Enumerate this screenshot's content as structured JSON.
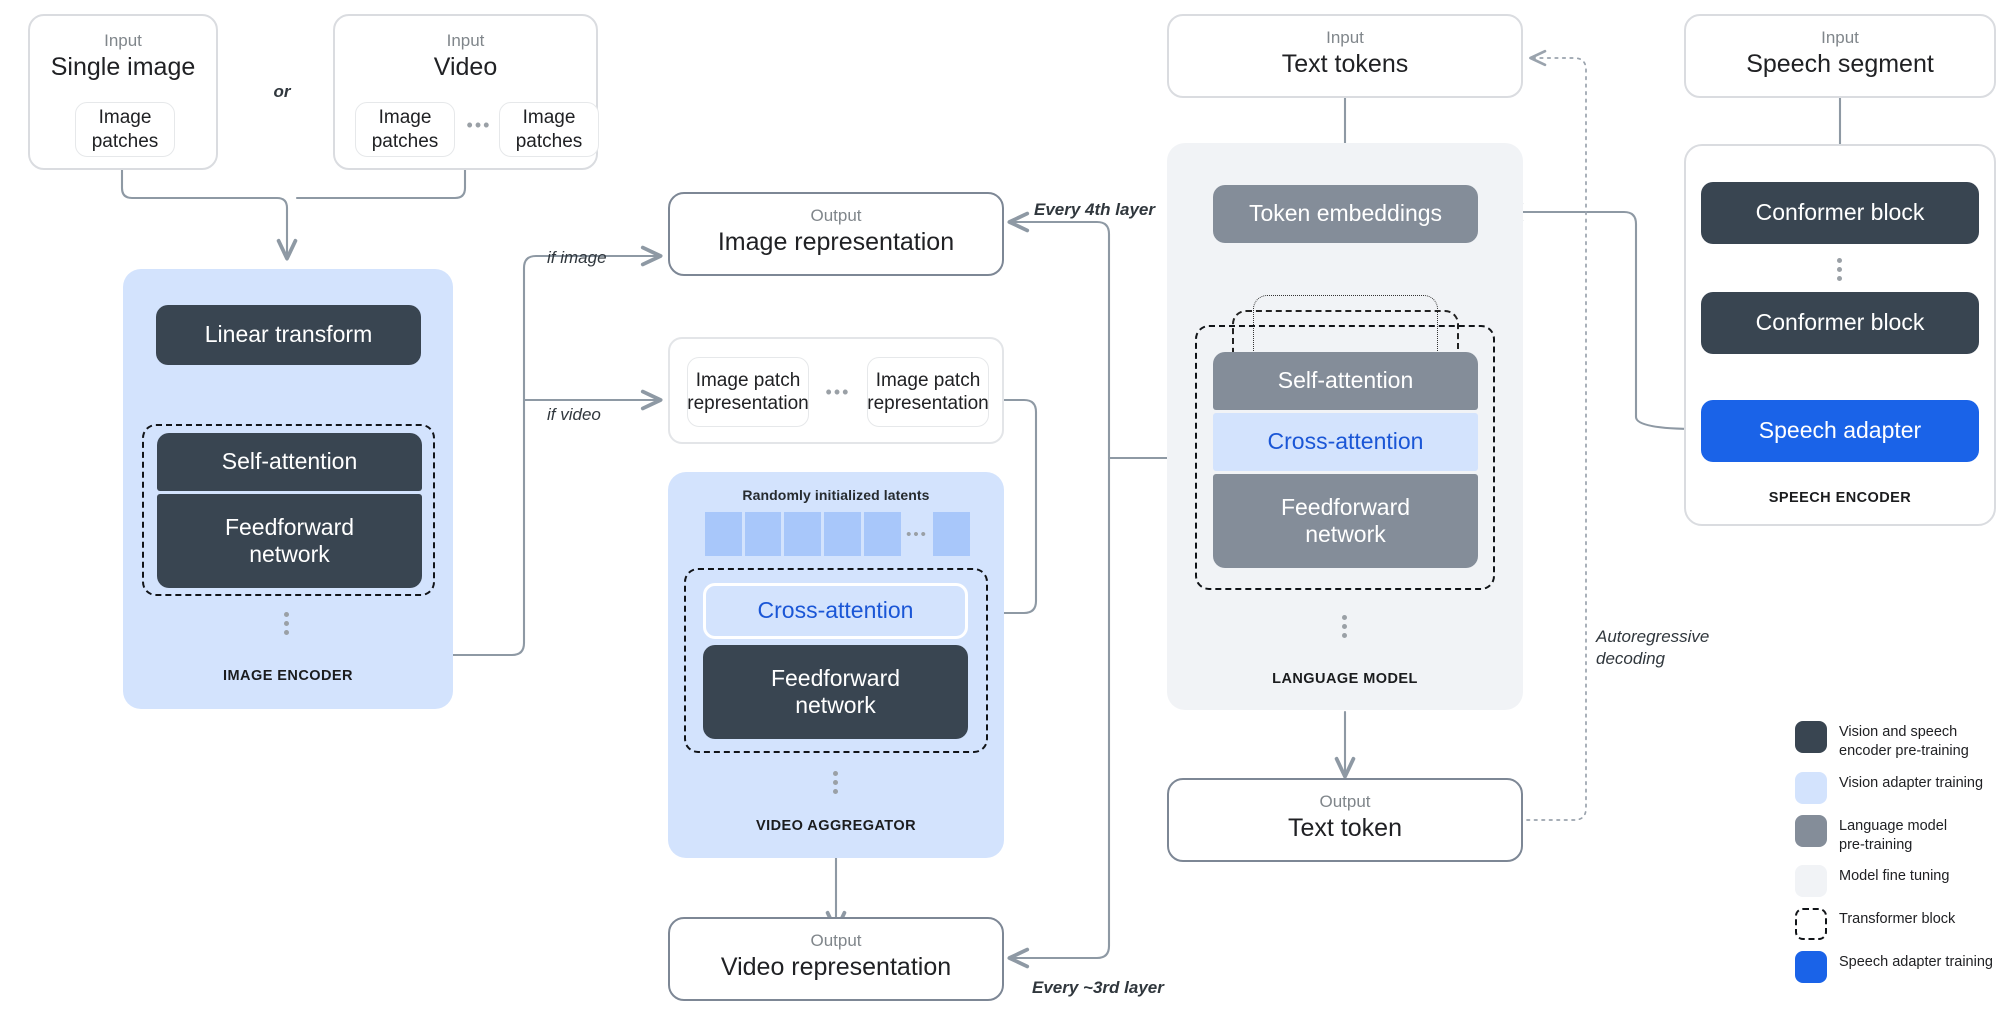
{
  "inputs": {
    "single_image": {
      "label": "Input",
      "value": "Single image",
      "patch": "Image patches"
    },
    "or_label": "or",
    "video": {
      "label": "Input",
      "value": "Video",
      "patch_left": "Image patches",
      "patch_right": "Image patches",
      "ellipsis": "•••"
    },
    "text_tokens": {
      "label": "Input",
      "value": "Text tokens"
    },
    "speech_segment": {
      "label": "Input",
      "value": "Speech segment"
    }
  },
  "image_encoder": {
    "caption": "IMAGE ENCODER",
    "linear_transform": "Linear transform",
    "self_attention": "Self-attention",
    "feedforward": "Feedforward\nnetwork"
  },
  "routing": {
    "if_image": "if image",
    "if_video": "if video"
  },
  "outputs": {
    "image_representation": {
      "label": "Output",
      "value": "Image representation"
    },
    "video_representation": {
      "label": "Output",
      "value": "Video representation"
    },
    "text_token": {
      "label": "Output",
      "value": "Text token"
    }
  },
  "patch_reps": {
    "left": "Image patch\nrepresentation",
    "right": "Image patch\nrepresentation",
    "ellipsis": "•••"
  },
  "video_aggregator": {
    "caption": "VIDEO AGGREGATOR",
    "latents_label": "Randomly initialized latents",
    "latents_ellipsis": "•••",
    "cross_attention": "Cross-attention",
    "feedforward": "Feedforward\nnetwork"
  },
  "language_model": {
    "caption": "LANGUAGE MODEL",
    "token_embeddings": "Token embeddings",
    "self_attention": "Self-attention",
    "cross_attention": "Cross-attention",
    "feedforward": "Feedforward\nnetwork"
  },
  "speech_encoder": {
    "caption": "SPEECH ENCODER",
    "conformer_top": "Conformer block",
    "conformer_bottom": "Conformer block",
    "speech_adapter": "Speech adapter"
  },
  "annotations": {
    "every_4th_layer": "Every 4th layer",
    "every_3rd_layer": "Every ~3rd layer",
    "autoregressive_decoding": "Autoregressive\ndecoding"
  },
  "legend": {
    "items": [
      {
        "swatch": "solid",
        "color": "#394551",
        "text": "Vision and speech\nencoder pre-training"
      },
      {
        "swatch": "solid",
        "color": "#d3e3fd",
        "text": "Vision adapter training"
      },
      {
        "swatch": "solid",
        "color": "#848d99",
        "text": "Language model\npre-training"
      },
      {
        "swatch": "solid",
        "color": "#f1f3f6",
        "text": "Model fine tuning"
      },
      {
        "swatch": "dash",
        "color": "#111418",
        "text": "Transformer block"
      },
      {
        "swatch": "solid",
        "color": "#1a63e8",
        "text": "Speech adapter training"
      }
    ]
  },
  "colors": {
    "dark": "#394551",
    "grey": "#848d99",
    "light_blue": "#d3e3fd",
    "blue": "#1a63e8",
    "panel_grey": "#f1f3f6",
    "wire": "#8e99a4"
  }
}
